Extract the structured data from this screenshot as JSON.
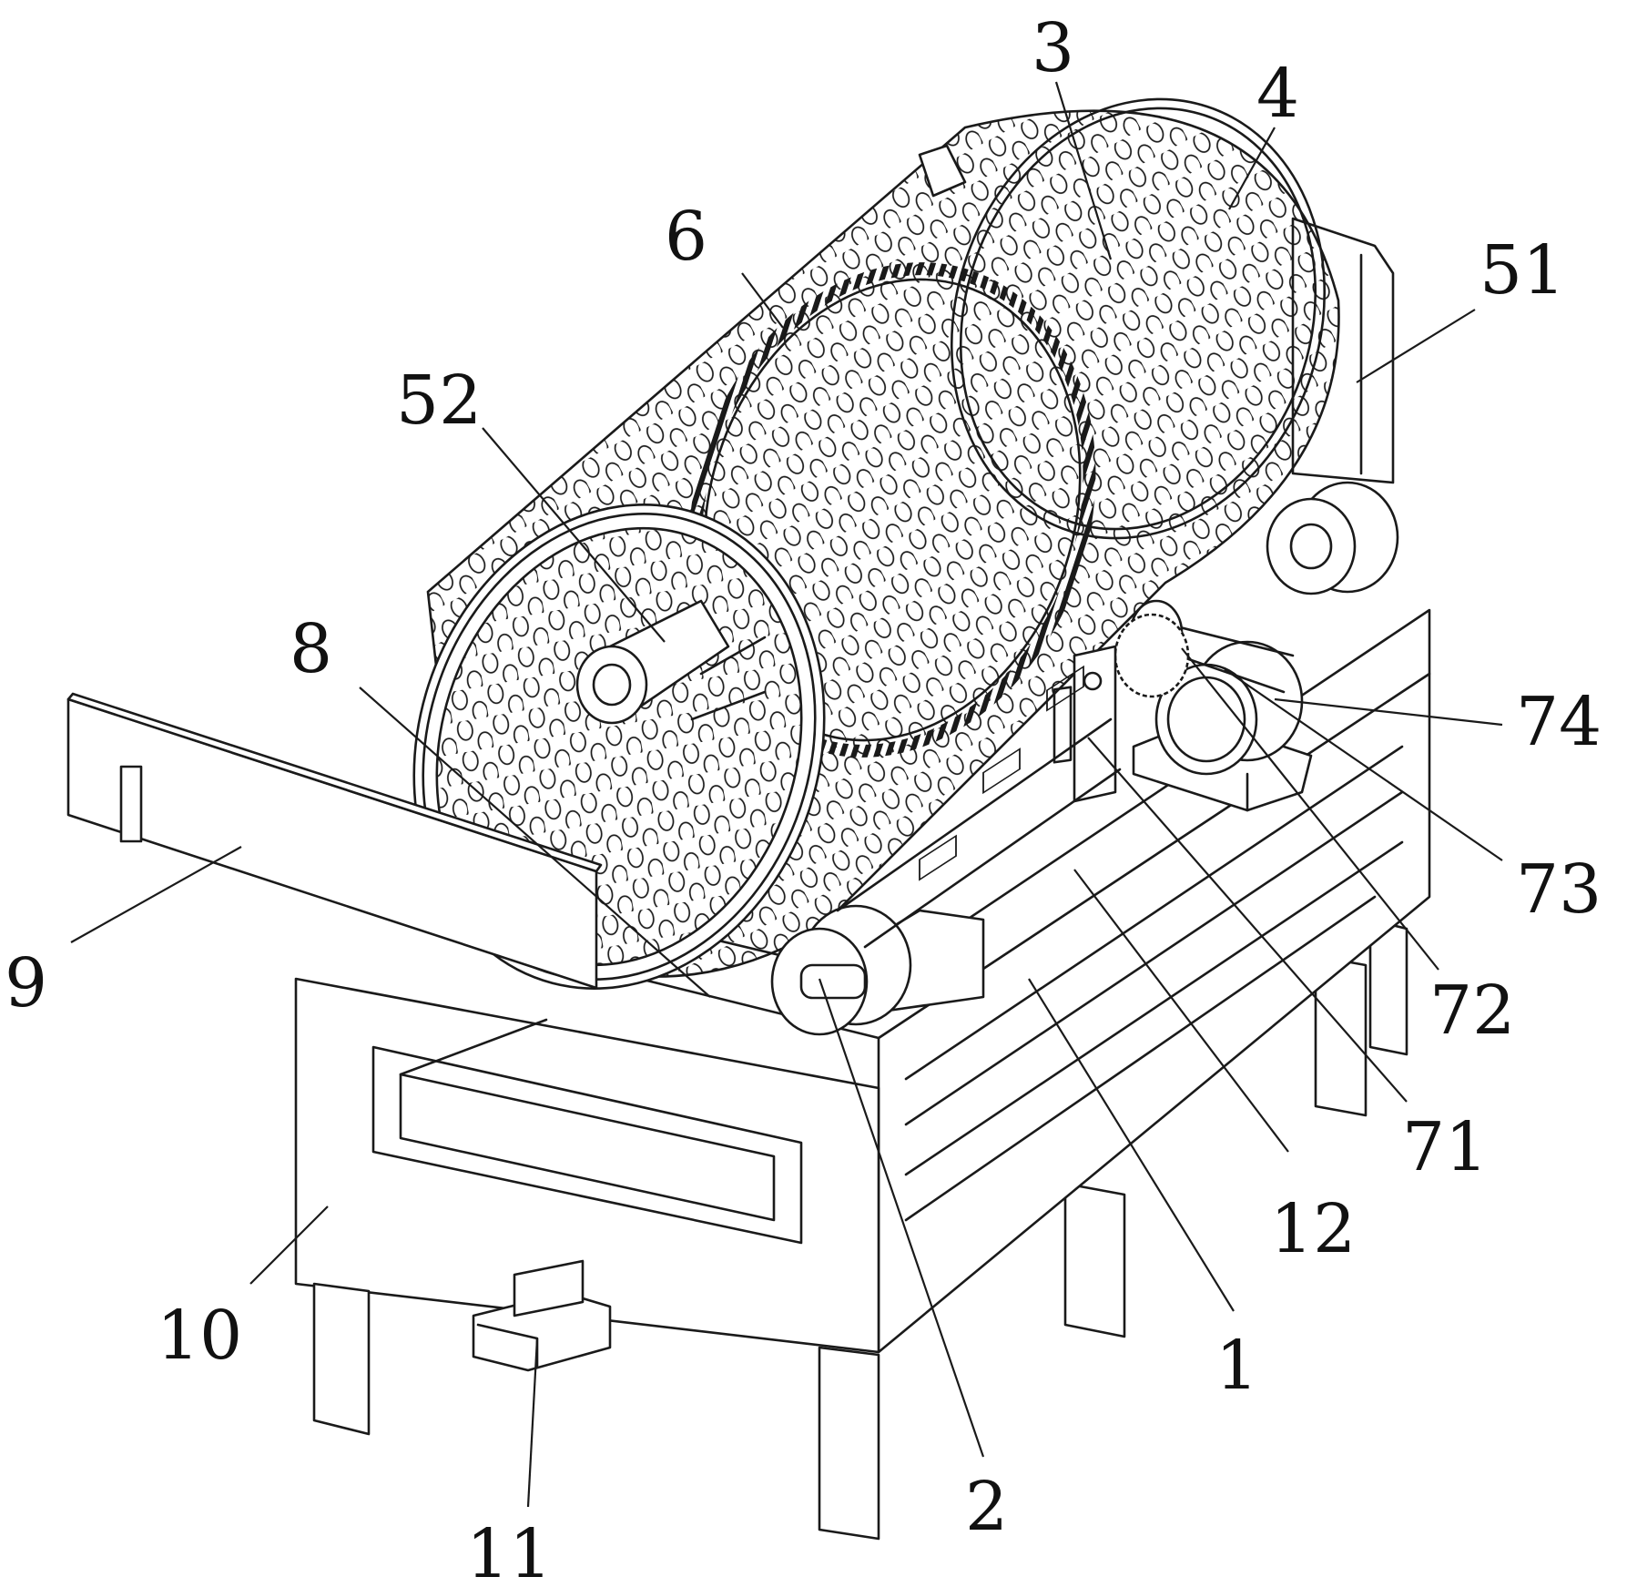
{
  "figure": {
    "labels": [
      {
        "key": "n3",
        "text": "3"
      },
      {
        "key": "n4",
        "text": "4"
      },
      {
        "key": "n6",
        "text": "6"
      },
      {
        "key": "n51",
        "text": "51"
      },
      {
        "key": "n52",
        "text": "52"
      },
      {
        "key": "n8",
        "text": "8"
      },
      {
        "key": "n74",
        "text": "74"
      },
      {
        "key": "n73",
        "text": "73"
      },
      {
        "key": "n9",
        "text": "9"
      },
      {
        "key": "n72",
        "text": "72"
      },
      {
        "key": "n71",
        "text": "71"
      },
      {
        "key": "n12",
        "text": "12"
      },
      {
        "key": "n10",
        "text": "10"
      },
      {
        "key": "n1",
        "text": "1"
      },
      {
        "key": "n2",
        "text": "2"
      },
      {
        "key": "n11",
        "text": "11"
      }
    ]
  }
}
